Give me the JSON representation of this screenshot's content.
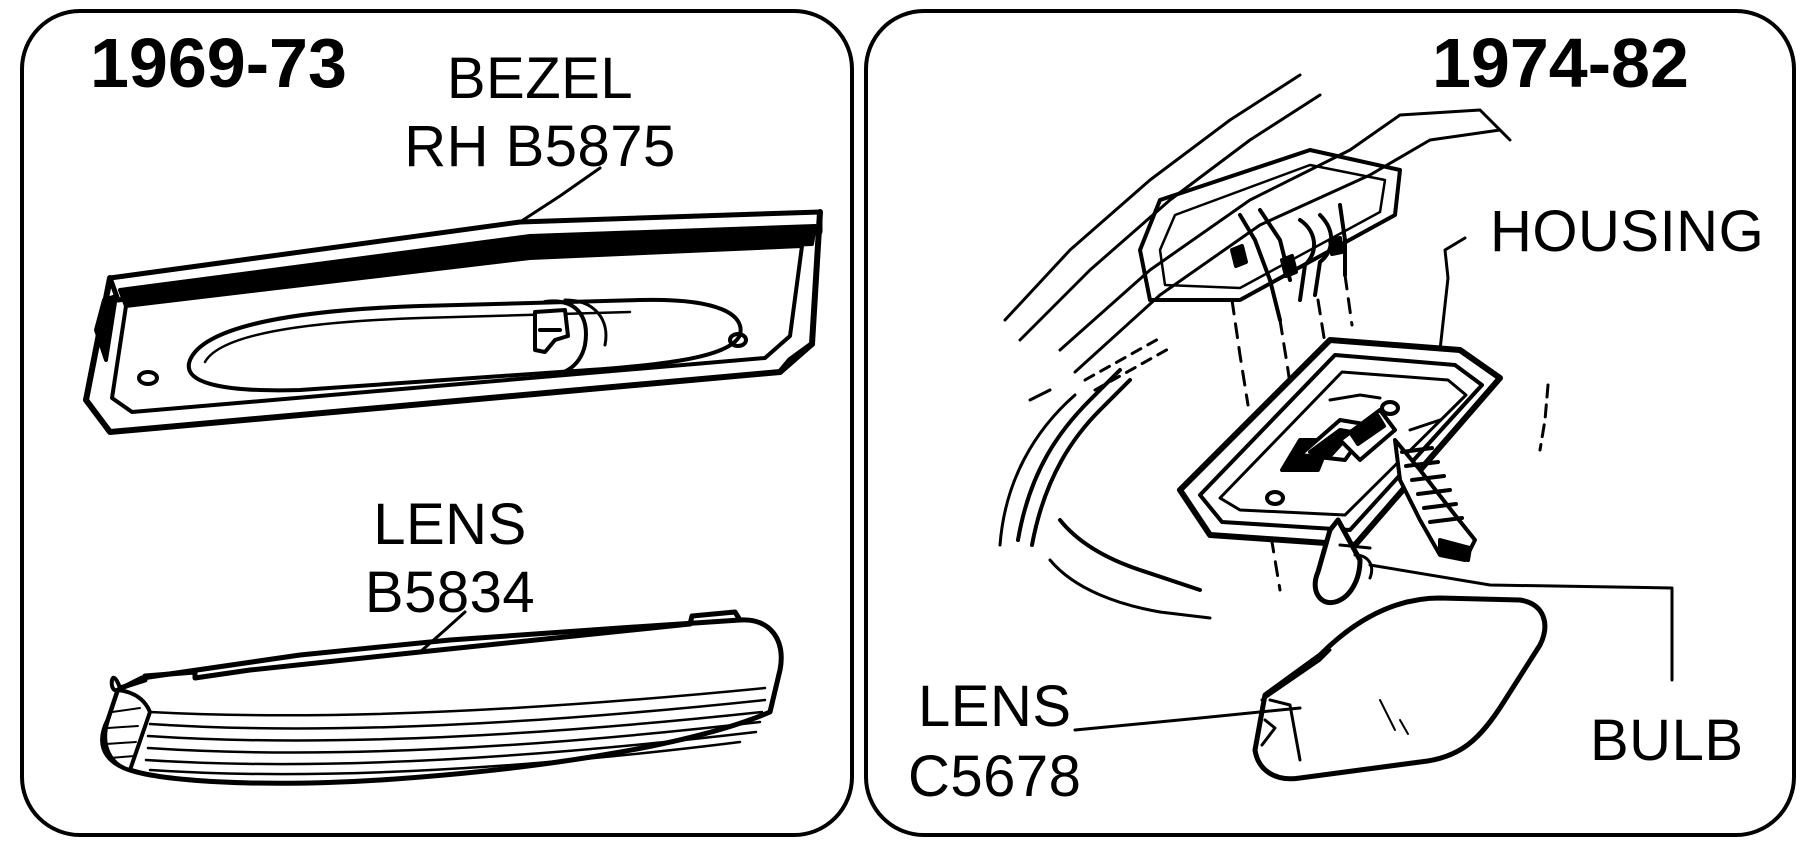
{
  "left_panel": {
    "year_range": "1969-73",
    "bezel_label": {
      "line1": "BEZEL",
      "line2": "RH B5875"
    },
    "lens_label": {
      "line1": "LENS",
      "line2": "B5834"
    }
  },
  "right_panel": {
    "year_range": "1974-82",
    "housing_label": "HOUSING",
    "bulb_label": "BULB",
    "lens_label": {
      "line1": "LENS",
      "line2": "C5678"
    }
  }
}
